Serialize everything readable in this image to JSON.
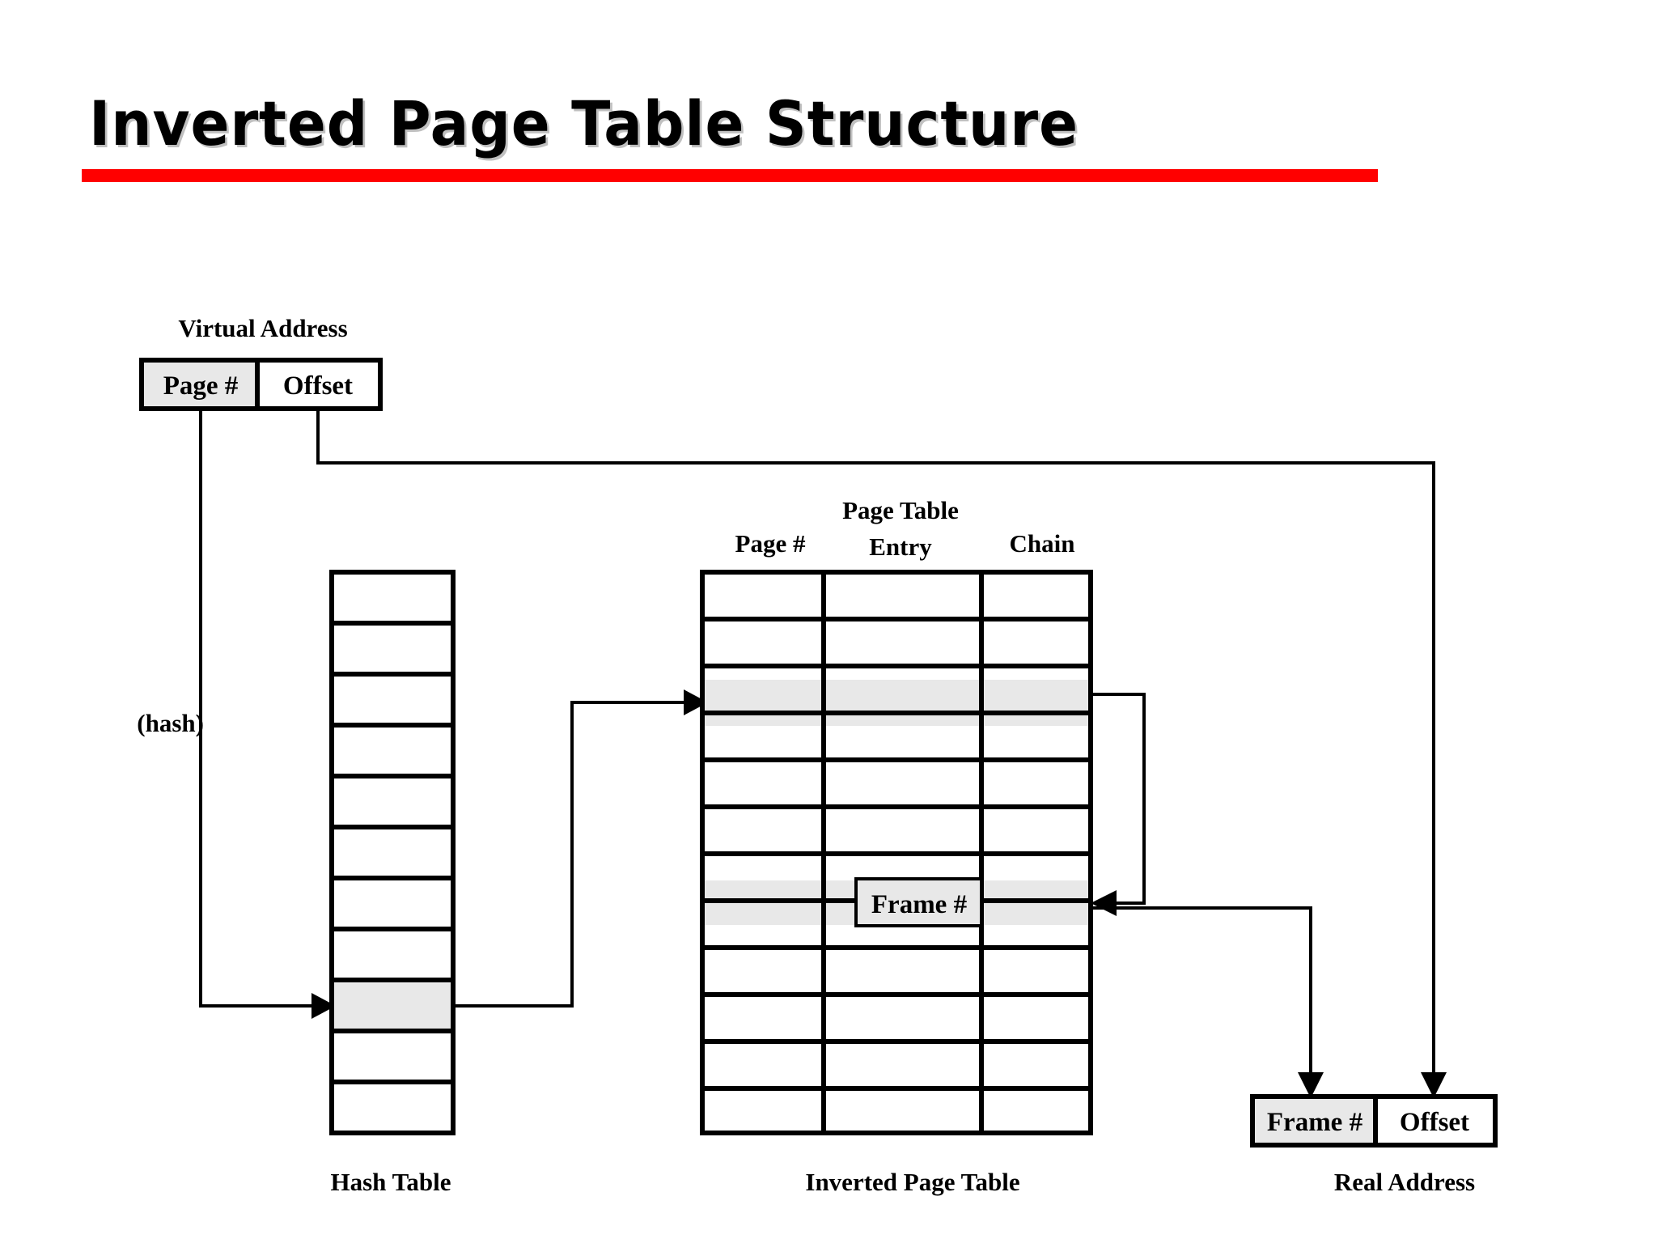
{
  "slide": {
    "title": "Inverted Page Table Structure",
    "accent_color": "#FF0000",
    "background_color": "#FFFFFF"
  },
  "diagram": {
    "name": "inverted-page-table-structure",
    "shade_color": "#E8E8E8",
    "line_color": "#000000",
    "virtual_address": {
      "caption": "Virtual Address",
      "fields": [
        {
          "label": "Page #",
          "shaded": true
        },
        {
          "label": "Offset",
          "shaded": false
        }
      ]
    },
    "hash_annotation": "(hash)",
    "hash_table": {
      "caption": "Hash Table",
      "row_count": 11,
      "highlighted_row_index": 8
    },
    "inverted_page_table": {
      "caption": "Inverted Page Table",
      "column_headers": [
        "Page #",
        "Page Table",
        "Entry",
        "Chain"
      ],
      "header_lines": {
        "col1": [
          "Page #"
        ],
        "col2": [
          "Page Table",
          "Entry"
        ],
        "col3": [
          "Chain"
        ]
      },
      "row_count": 12,
      "highlighted_row_indices": [
        2,
        7
      ],
      "overlay_label": "Frame #"
    },
    "real_address": {
      "caption": "Real Address",
      "fields": [
        {
          "label": "Frame #",
          "shaded": true
        },
        {
          "label": "Offset",
          "shaded": false
        }
      ]
    }
  }
}
